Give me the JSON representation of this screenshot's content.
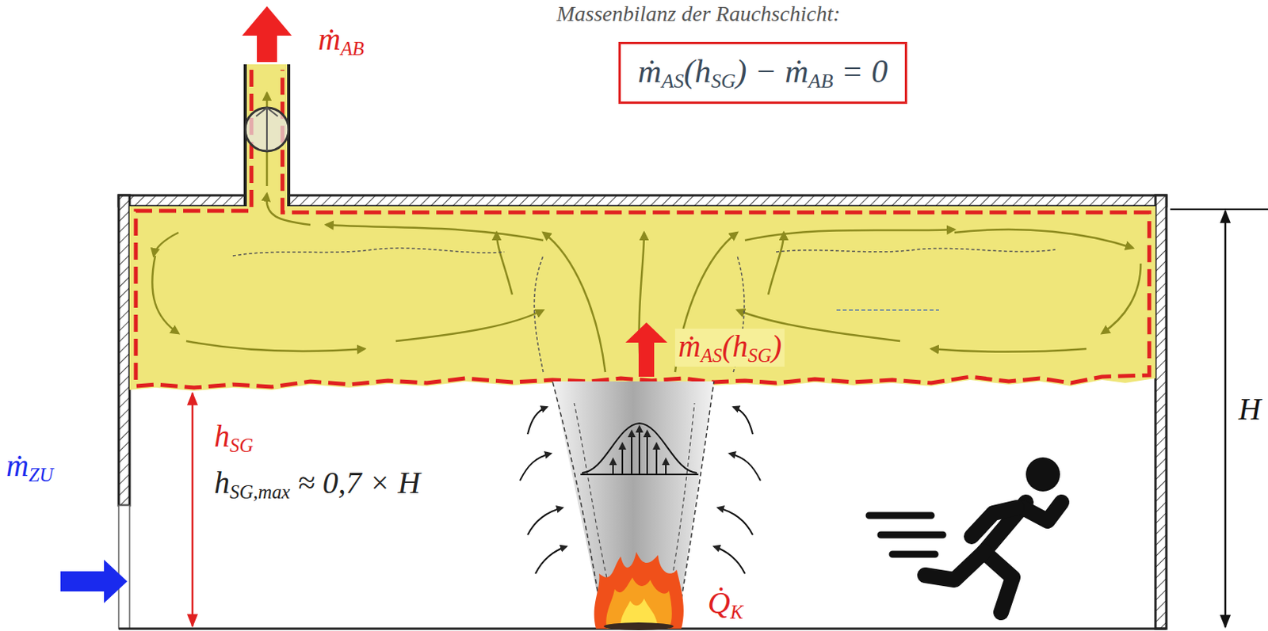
{
  "diagram": {
    "title": "Massenbilanz der Rauchschicht:",
    "nodes": [
      {
        "text": [
          "ṁAS(hSG) − ṁAB = 0"
        ]
      }
    ],
    "labels": [
      "ṁAB",
      "ṁAS(hSG)",
      "ṁZU",
      "hSG",
      "hSG,max ≈ 0,7 × H",
      "Q̇K",
      "H"
    ]
  }
}
